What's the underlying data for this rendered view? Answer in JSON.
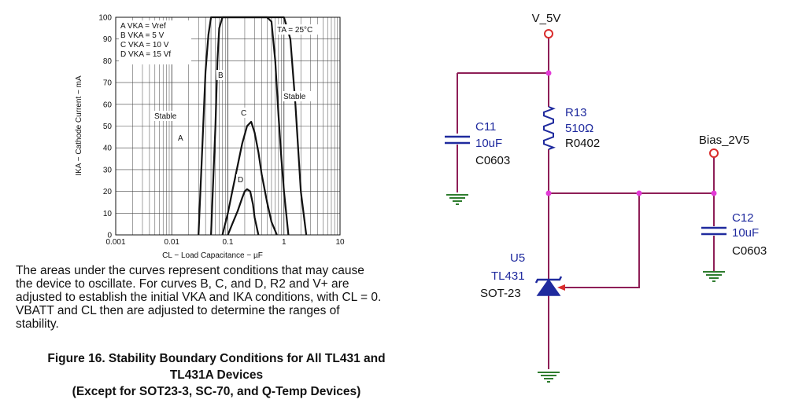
{
  "chart_data": {
    "type": "line",
    "title": "",
    "xlabel": "CL − Load Capacitance − µF",
    "ylabel": "IKA − Cathode Current − mA",
    "x_scale": "log",
    "xlim": [
      0.001,
      10
    ],
    "ylim": [
      0,
      100
    ],
    "x_ticks": [
      "0.001",
      "0.01",
      "0.1",
      "1",
      "10"
    ],
    "y_ticks": [
      "0",
      "10",
      "20",
      "30",
      "40",
      "50",
      "60",
      "70",
      "80",
      "90",
      "100"
    ],
    "grid": true,
    "legend": [
      {
        "key": "A",
        "text": "A VKA = Vref"
      },
      {
        "key": "B",
        "text": "B VKA = 5 V"
      },
      {
        "key": "C",
        "text": "C VKA = 10 V"
      },
      {
        "key": "D",
        "text": "D VKA = 15 Vf"
      }
    ],
    "annotations": {
      "ta": "TA = 25°C",
      "stable_left": "Stable",
      "stable_right": "Stable",
      "curve_a": "A",
      "curve_b": "B",
      "curve_c": "C",
      "curve_d": "D"
    },
    "series": [
      {
        "name": "A",
        "x": [
          0.03,
          0.035,
          0.04,
          0.045,
          0.05,
          0.06,
          0.08,
          0.1,
          0.13,
          0.2,
          0.3,
          0.5,
          0.8,
          1,
          1.3,
          1.6,
          2,
          2.5
        ],
        "y": [
          0,
          40,
          75,
          92,
          100,
          100,
          100,
          100,
          100,
          100,
          100,
          100,
          100,
          100,
          90,
          60,
          20,
          0
        ]
      },
      {
        "name": "B",
        "x": [
          0.05,
          0.06,
          0.065,
          0.07,
          0.08,
          0.1,
          0.15,
          0.3,
          0.5,
          0.6,
          0.7,
          0.8,
          0.9,
          1,
          1.2
        ],
        "y": [
          0,
          50,
          80,
          95,
          100,
          100,
          100,
          100,
          100,
          98,
          80,
          55,
          35,
          20,
          0
        ]
      },
      {
        "name": "C",
        "x": [
          0.08,
          0.1,
          0.12,
          0.15,
          0.18,
          0.22,
          0.26,
          0.3,
          0.35,
          0.4,
          0.5,
          0.6,
          0.75
        ],
        "y": [
          0,
          10,
          20,
          32,
          42,
          50,
          52,
          47,
          38,
          28,
          15,
          6,
          0
        ]
      },
      {
        "name": "D",
        "x": [
          0.1,
          0.12,
          0.15,
          0.18,
          0.2,
          0.22,
          0.25,
          0.28,
          0.3,
          0.35
        ],
        "y": [
          0,
          5,
          11,
          17,
          20,
          21,
          20,
          14,
          8,
          0
        ]
      }
    ]
  },
  "caption": {
    "p1": "The areas under the curves represent conditions that may cause",
    "p2": "the device to oscillate. For curves B, C, and D, R2 and V+ are",
    "p3": "adjusted to establish the initial VKA and IKA conditions, with CL = 0.",
    "p4": "VBATT and CL then are adjusted to determine the ranges of",
    "p5": "stability."
  },
  "figure": {
    "line1": "Figure 16. Stability Boundary Conditions for All TL431 and",
    "line2": "TL431A Devices",
    "line3": "(Except for SOT23-3, SC-70, and Q-Temp Devices)"
  },
  "schematic": {
    "colors": {
      "wire": "#8e1f57",
      "component": "#1f2a9e",
      "pin": "#d92c2c",
      "junction": "#e23ad6",
      "ground": "#2f7d2f"
    },
    "v5_label": "V_5V",
    "bias_label": "Bias_2V5",
    "c11": {
      "ref": "C11",
      "value": "10uF",
      "package": "C0603"
    },
    "r13": {
      "ref": "R13",
      "value": "510Ω",
      "package": "R0402"
    },
    "c12": {
      "ref": "C12",
      "value": "10uF",
      "package": "C0603"
    },
    "u5": {
      "ref": "U5",
      "part": "TL431",
      "package": "SOT-23"
    }
  }
}
